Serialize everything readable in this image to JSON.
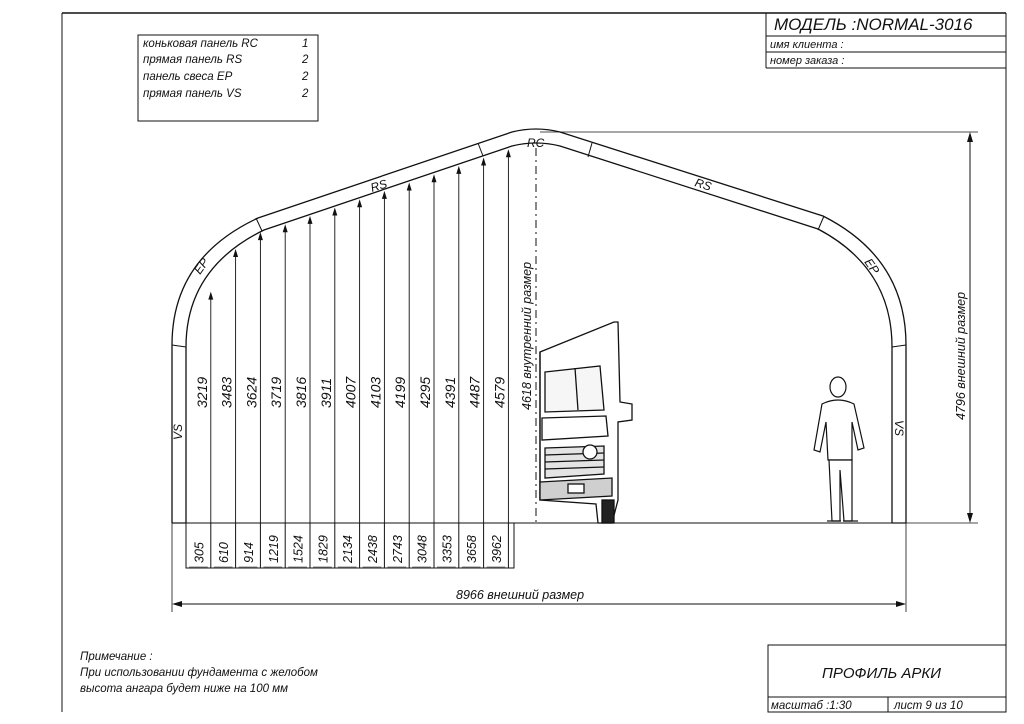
{
  "title_block": {
    "model": "МОДЕЛЬ :NORMAL-3016",
    "client_label": "имя клиента :",
    "order_label": "номер заказа :",
    "drawing_title": "ПРОФИЛЬ АРКИ",
    "scale_label": "масштаб :1:30",
    "sheet_label": "лист 9 из 10"
  },
  "panel_legend": [
    {
      "name": "коньковая панель RC",
      "qty": "1"
    },
    {
      "name": "прямая панель RS",
      "qty": "2"
    },
    {
      "name": "панель свеса EP",
      "qty": "2"
    },
    {
      "name": "прямая панель VS",
      "qty": "2"
    }
  ],
  "panel_labels": {
    "rc": "RC",
    "rs_left": "RS",
    "rs_right": "RS",
    "ep_left": "EP",
    "ep_right": "EP",
    "vs_left": "VS",
    "vs_right": "VS"
  },
  "heights": [
    "3219",
    "3483",
    "3624",
    "3719",
    "3816",
    "3911",
    "4007",
    "4103",
    "4199",
    "4295",
    "4391",
    "4487",
    "4579"
  ],
  "offsets": [
    "305",
    "610",
    "914",
    "1219",
    "1524",
    "1829",
    "2134",
    "2438",
    "2743",
    "3048",
    "3353",
    "3658",
    "3962"
  ],
  "inner_dim": "4618 внутренний размер",
  "outer_height": "4796 внешний размер",
  "outer_width": "8966 внешний размер",
  "note": {
    "heading": "Примечание :",
    "line1": "При использовании фундамента с желобом",
    "line2": "высота ангара будет ниже на  100 мм"
  }
}
